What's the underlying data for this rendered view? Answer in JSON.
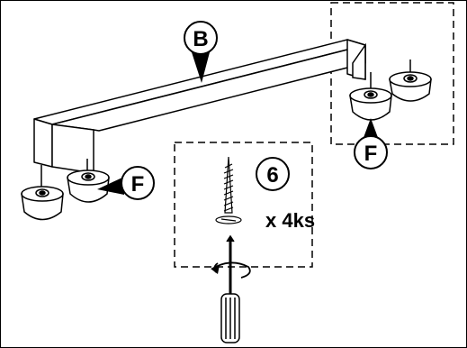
{
  "diagram": {
    "callouts": {
      "bar_label": "B",
      "foot_label_left": "F",
      "foot_label_right": "F",
      "step_number": "6"
    },
    "quantity_text": "x 4ks"
  }
}
